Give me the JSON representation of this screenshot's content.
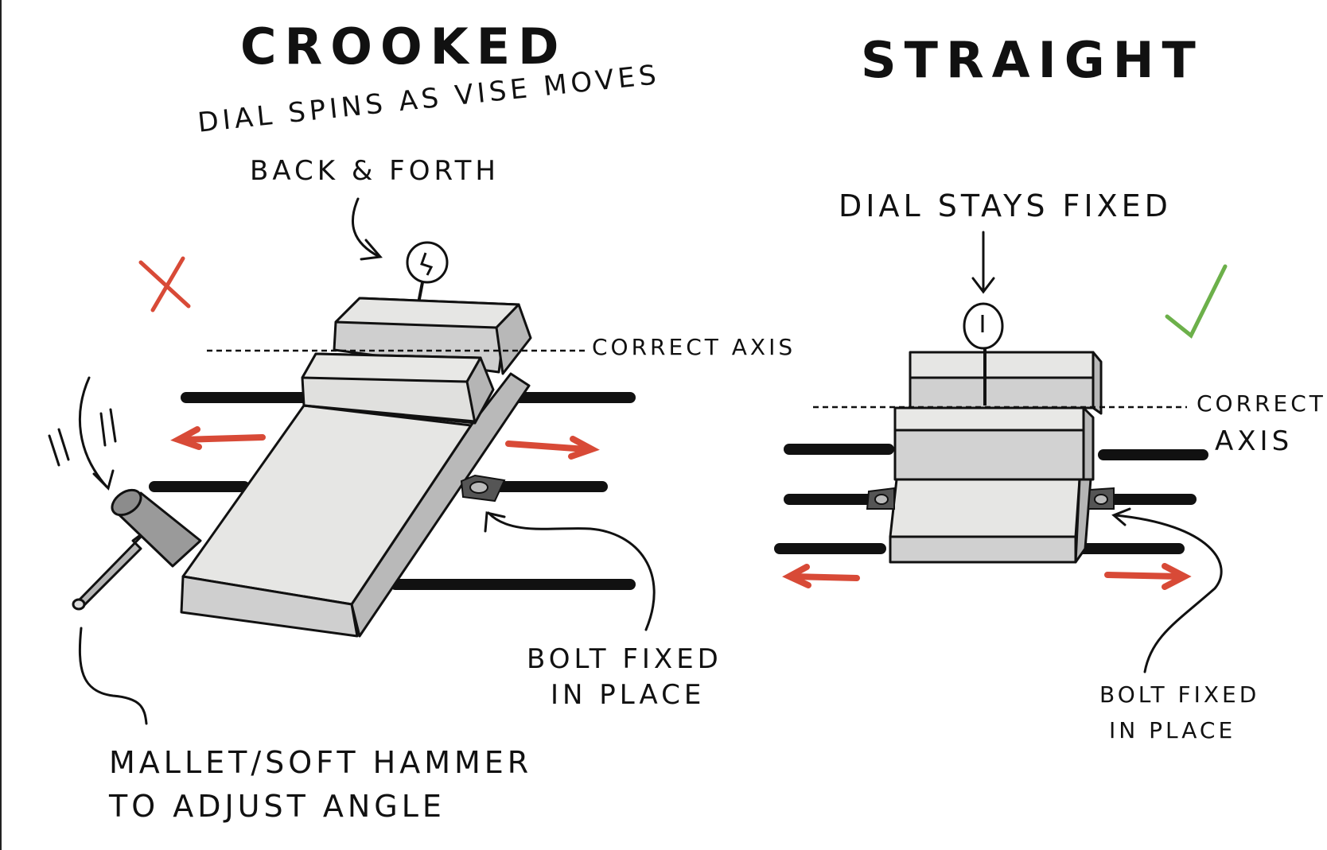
{
  "left": {
    "title": "CROOKED",
    "dial_note_line1": "DIAL SPINS AS VISE  MOVES",
    "dial_note_line2": "BACK & FORTH",
    "axis_label": "CORRECT AXIS",
    "bolt_line1": "BOLT FIXED",
    "bolt_line2": "IN PLACE",
    "mallet_line1": "MALLET/SOFT HAMMER",
    "mallet_line2": "TO ADJUST ANGLE",
    "mark_icon": "cross-icon"
  },
  "right": {
    "title": "STRAIGHT",
    "dial_note": "DIAL STAYS FIXED",
    "axis_line1": "CORRECT",
    "axis_line2": "AXIS",
    "bolt_line1": "BOLT FIXED",
    "bolt_line2": "IN PLACE",
    "mark_icon": "check-icon"
  },
  "colors": {
    "ink": "#111111",
    "vise_fill": "#e6e6e4",
    "vise_shadow": "#bdbdbd",
    "arrow_red": "#d84a37",
    "cross_red": "#d84a37",
    "check_green": "#6cb04a"
  }
}
